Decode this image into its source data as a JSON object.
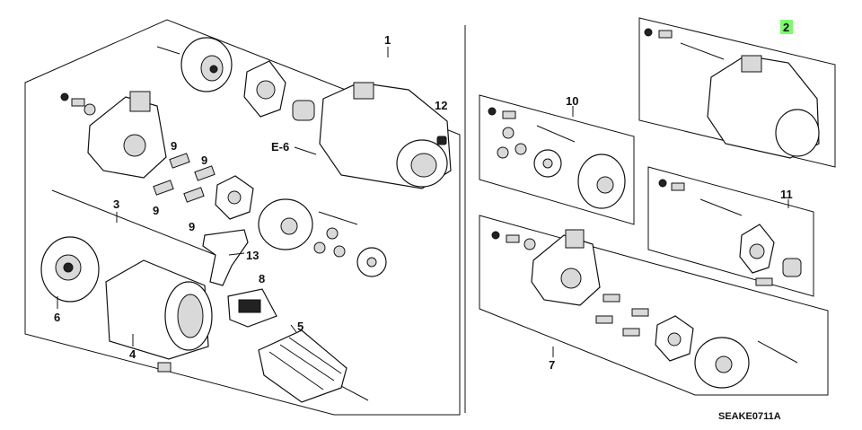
{
  "callouts": {
    "p1": "1",
    "p2": "2",
    "p3": "3",
    "p4": "4",
    "p5": "5",
    "p6": "6",
    "p7": "7",
    "p8": "8",
    "p9a": "9",
    "p9b": "9",
    "p9c": "9",
    "p9d": "9",
    "p10": "10",
    "p11": "11",
    "p12": "12",
    "p13": "13"
  },
  "reference": "E-6",
  "diagram_code": "SEAKE0711A",
  "colors": {
    "highlight": "#7cfc6a",
    "ink": "#111111"
  }
}
